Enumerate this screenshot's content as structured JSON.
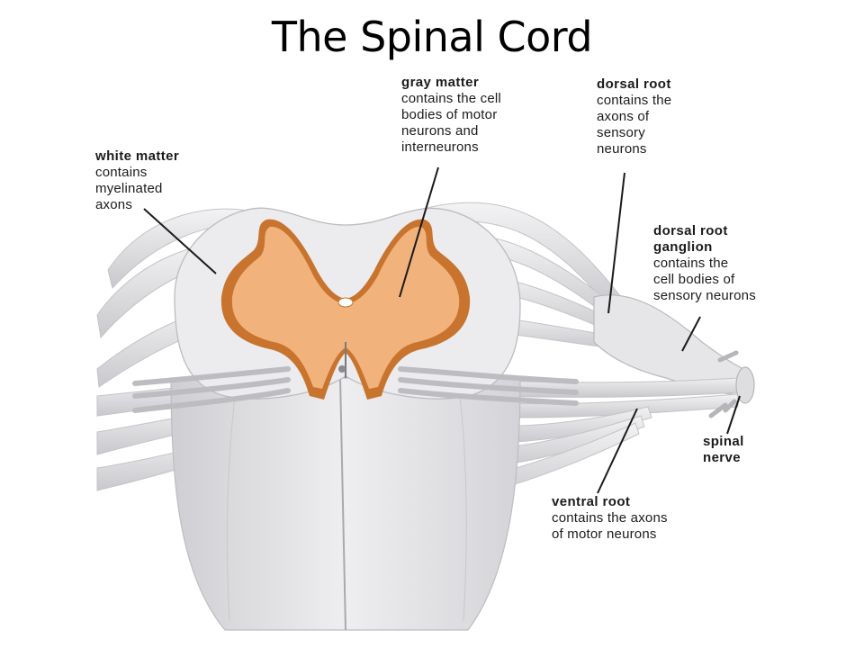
{
  "title": "The Spinal Cord",
  "colors": {
    "gray_matter": "#f2b27c",
    "gray_matter_shadow": "#c8742e",
    "white_matter": "#e9e9ec",
    "nerve_fibers": "#dcdcdf"
  },
  "labels": {
    "white_matter": {
      "heading": "white matter",
      "text": "contains\nmyelinated\naxons"
    },
    "gray_matter": {
      "heading": "gray matter",
      "text": "contains the cell\nbodies of motor\nneurons and\ninterneurons"
    },
    "dorsal_root": {
      "heading": "dorsal root",
      "text": "contains the\naxons of\nsensory\nneurons"
    },
    "dorsal_root_ganglion": {
      "heading": "dorsal root\nganglion",
      "text": "contains the\ncell bodies of\nsensory neurons"
    },
    "spinal_nerve": {
      "heading": "spinal\nnerve",
      "text": ""
    },
    "ventral_root": {
      "heading": "ventral root",
      "text": "contains the axons\nof motor neurons"
    }
  }
}
